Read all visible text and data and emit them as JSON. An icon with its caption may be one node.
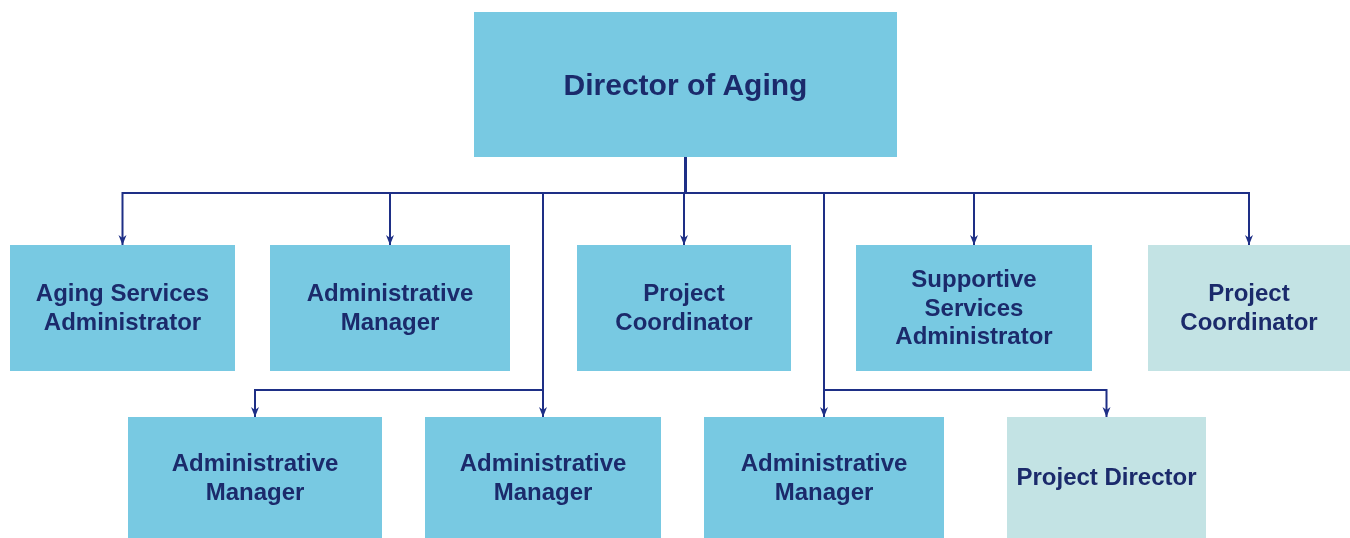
{
  "diagram": {
    "nodes": [
      {
        "text": [
          "Director of Aging"
        ]
      },
      {
        "text": [
          "Aging Services Administrator"
        ]
      },
      {
        "text": [
          "Administrative Manager"
        ]
      },
      {
        "text": [
          "Project Coordinator"
        ]
      },
      {
        "text": [
          "Supportive Services Administrator"
        ]
      },
      {
        "text": [
          "Project Coordinator"
        ]
      },
      {
        "text": [
          "Administrative Manager"
        ]
      },
      {
        "text": [
          "Administrative Manager"
        ]
      },
      {
        "text": [
          "Administrative Manager"
        ]
      },
      {
        "text": [
          "Project Director"
        ]
      }
    ],
    "edges": [
      {
        "from": 0,
        "to": 1,
        "arrow": "to"
      },
      {
        "from": 0,
        "to": 2,
        "arrow": "to"
      },
      {
        "from": 0,
        "to": 3,
        "arrow": "to"
      },
      {
        "from": 0,
        "to": 4,
        "arrow": "to"
      },
      {
        "from": 0,
        "to": 5,
        "arrow": "to"
      },
      {
        "from": 0,
        "to": 6,
        "arrow": "to"
      },
      {
        "from": 0,
        "to": 7,
        "arrow": "to"
      },
      {
        "from": 0,
        "to": 8,
        "arrow": "to"
      },
      {
        "from": 0,
        "to": 9,
        "arrow": "to"
      }
    ]
  }
}
